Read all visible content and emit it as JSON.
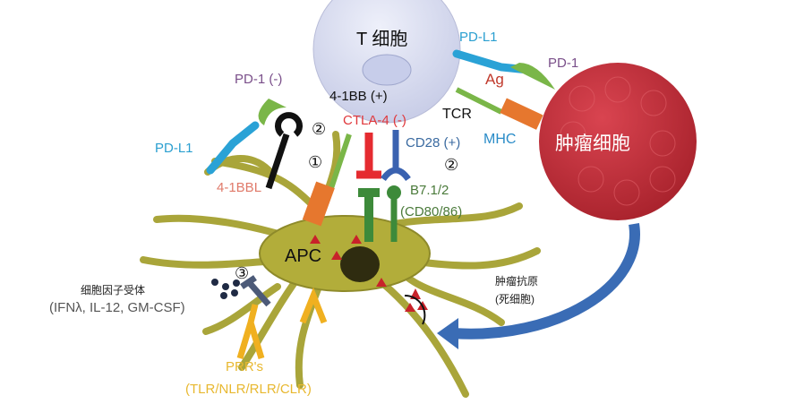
{
  "t_cell": {
    "label": "T 细胞"
  },
  "tumor": {
    "label": "肿瘤细胞"
  },
  "apc": {
    "label": "APC"
  },
  "molecules": {
    "pd_l1_right": "PD-L1",
    "pd_1_right": "PD-1",
    "ag": "Ag",
    "pd_1_left": "PD-1 (-)",
    "four_1bb": "4-1BB (+)",
    "ctla4": "CTLA-4 (-)",
    "tcr": "TCR",
    "cd28": "CD28 (+)",
    "mhc": "MHC",
    "pd_l1_left": "PD-L1",
    "four_1bbl": "4-1BBL",
    "b7": "B7.1/2",
    "cd80_86": "(CD80/86)"
  },
  "signals": [
    "①",
    "②",
    "②",
    "③"
  ],
  "cytokine": {
    "title": "细胞因子受体",
    "items": "(IFNλ, IL-12, GM-CSF)"
  },
  "tumor_antigen": {
    "title": "肿瘤抗原",
    "subtitle": "(死细胞)"
  },
  "prr": {
    "title": "PRR's",
    "items": "(TLR/NLR/RLR/CLR)"
  },
  "colors": {
    "t_cell": "#d9ddf0",
    "tumor": "#c8323c",
    "apc": "#b2ad3a",
    "arrow": "#3a6cb5"
  }
}
